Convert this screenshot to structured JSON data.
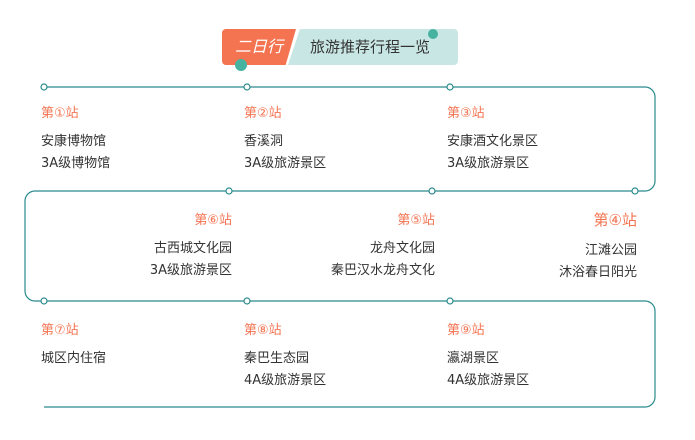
{
  "banner": {
    "tag": "二日行",
    "title": "旅游推荐行程一览"
  },
  "colors": {
    "accent": "#f47452",
    "teal": "#2a8a8c",
    "dot": "#45b3a0"
  },
  "stops": [
    {
      "label": "第①站",
      "lines": [
        "安康博物馆",
        "3A级博物馆"
      ]
    },
    {
      "label": "第②站",
      "lines": [
        "香溪洞",
        "3A级旅游景区"
      ]
    },
    {
      "label": "第③站",
      "lines": [
        "安康酒文化景区",
        "3A级旅游景区"
      ]
    },
    {
      "label": "第④站",
      "lines": [
        "江滩公园",
        "沐浴春日阳光"
      ]
    },
    {
      "label": "第⑤站",
      "lines": [
        "龙舟文化园",
        "秦巴汉水龙舟文化"
      ]
    },
    {
      "label": "第⑥站",
      "lines": [
        "古西城文化园",
        "3A级旅游景区"
      ]
    },
    {
      "label": "第⑦站",
      "lines": [
        "城区内住宿"
      ]
    },
    {
      "label": "第⑧站",
      "lines": [
        "秦巴生态园",
        "4A级旅游景区"
      ]
    },
    {
      "label": "第⑨站",
      "lines": [
        "瀛湖景区",
        "4A级旅游景区"
      ]
    }
  ]
}
